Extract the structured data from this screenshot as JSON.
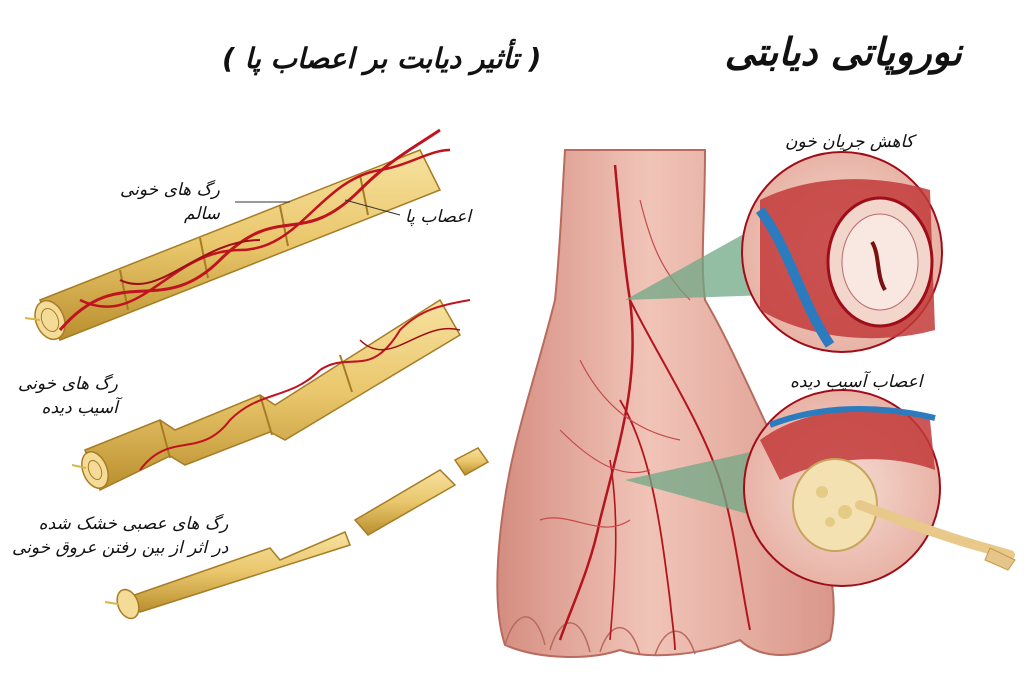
{
  "title": "نوروپاتی دیابتی",
  "subtitle": "( تأثیر دیابت بر اعصاب پا )",
  "labels": {
    "healthy_vessels_1": "رگ های خونی",
    "healthy_vessels_2": "سالم",
    "foot_nerves": "اعصاب پا",
    "damaged_vessels_1": "رگ های خونی",
    "damaged_vessels_2": "آسیب دیده",
    "dried_nerves_1": "رگ های عصبی خشک شده",
    "dried_nerves_2": "در اثر از بین رفتن عروق خونی",
    "reduced_blood_flow": "کاهش جریان خون",
    "damaged_nerves": "اعصاب آسیب دیده"
  },
  "colors": {
    "nerve": "#e9c66b",
    "nerve_dark": "#b98f2e",
    "vessel": "#c1121f",
    "skin": "#eab4a8",
    "skin_shadow": "#d48d80",
    "callout": "#6fa885"
  }
}
